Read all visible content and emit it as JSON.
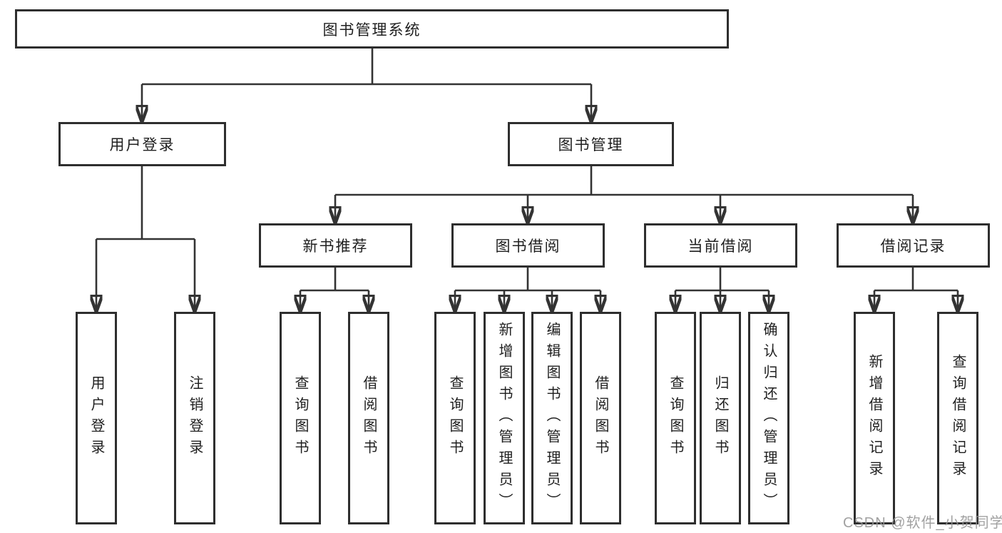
{
  "root": {
    "label": "图书管理系统"
  },
  "level2": {
    "user_login": {
      "label": "用户登录"
    },
    "book_mgmt": {
      "label": "图书管理"
    }
  },
  "level3": {
    "new_book": {
      "label": "新书推荐"
    },
    "borrow": {
      "label": "图书借阅"
    },
    "current": {
      "label": "当前借阅"
    },
    "records": {
      "label": "借阅记录"
    }
  },
  "leaves": {
    "user_login": [
      "用户登录",
      "注销登录"
    ],
    "new_book": [
      "查询图书",
      "借阅图书"
    ],
    "borrow": [
      "查询图书",
      "新增图书（管理员）",
      "编辑图书（管理员）",
      "借阅图书"
    ],
    "current": [
      "查询图书",
      "归还图书",
      "确认归还（管理员）"
    ],
    "records": [
      "新增借阅记录",
      "查询借阅记录"
    ]
  },
  "watermark": {
    "text": "CSDN @软件_小贺同学"
  },
  "colors": {
    "line": "#333333",
    "box_border": "#2e2e2e",
    "box_bg": "#ffffff",
    "text": "#1f1f1f",
    "watermark": "#949494",
    "background": "#ffffff"
  }
}
